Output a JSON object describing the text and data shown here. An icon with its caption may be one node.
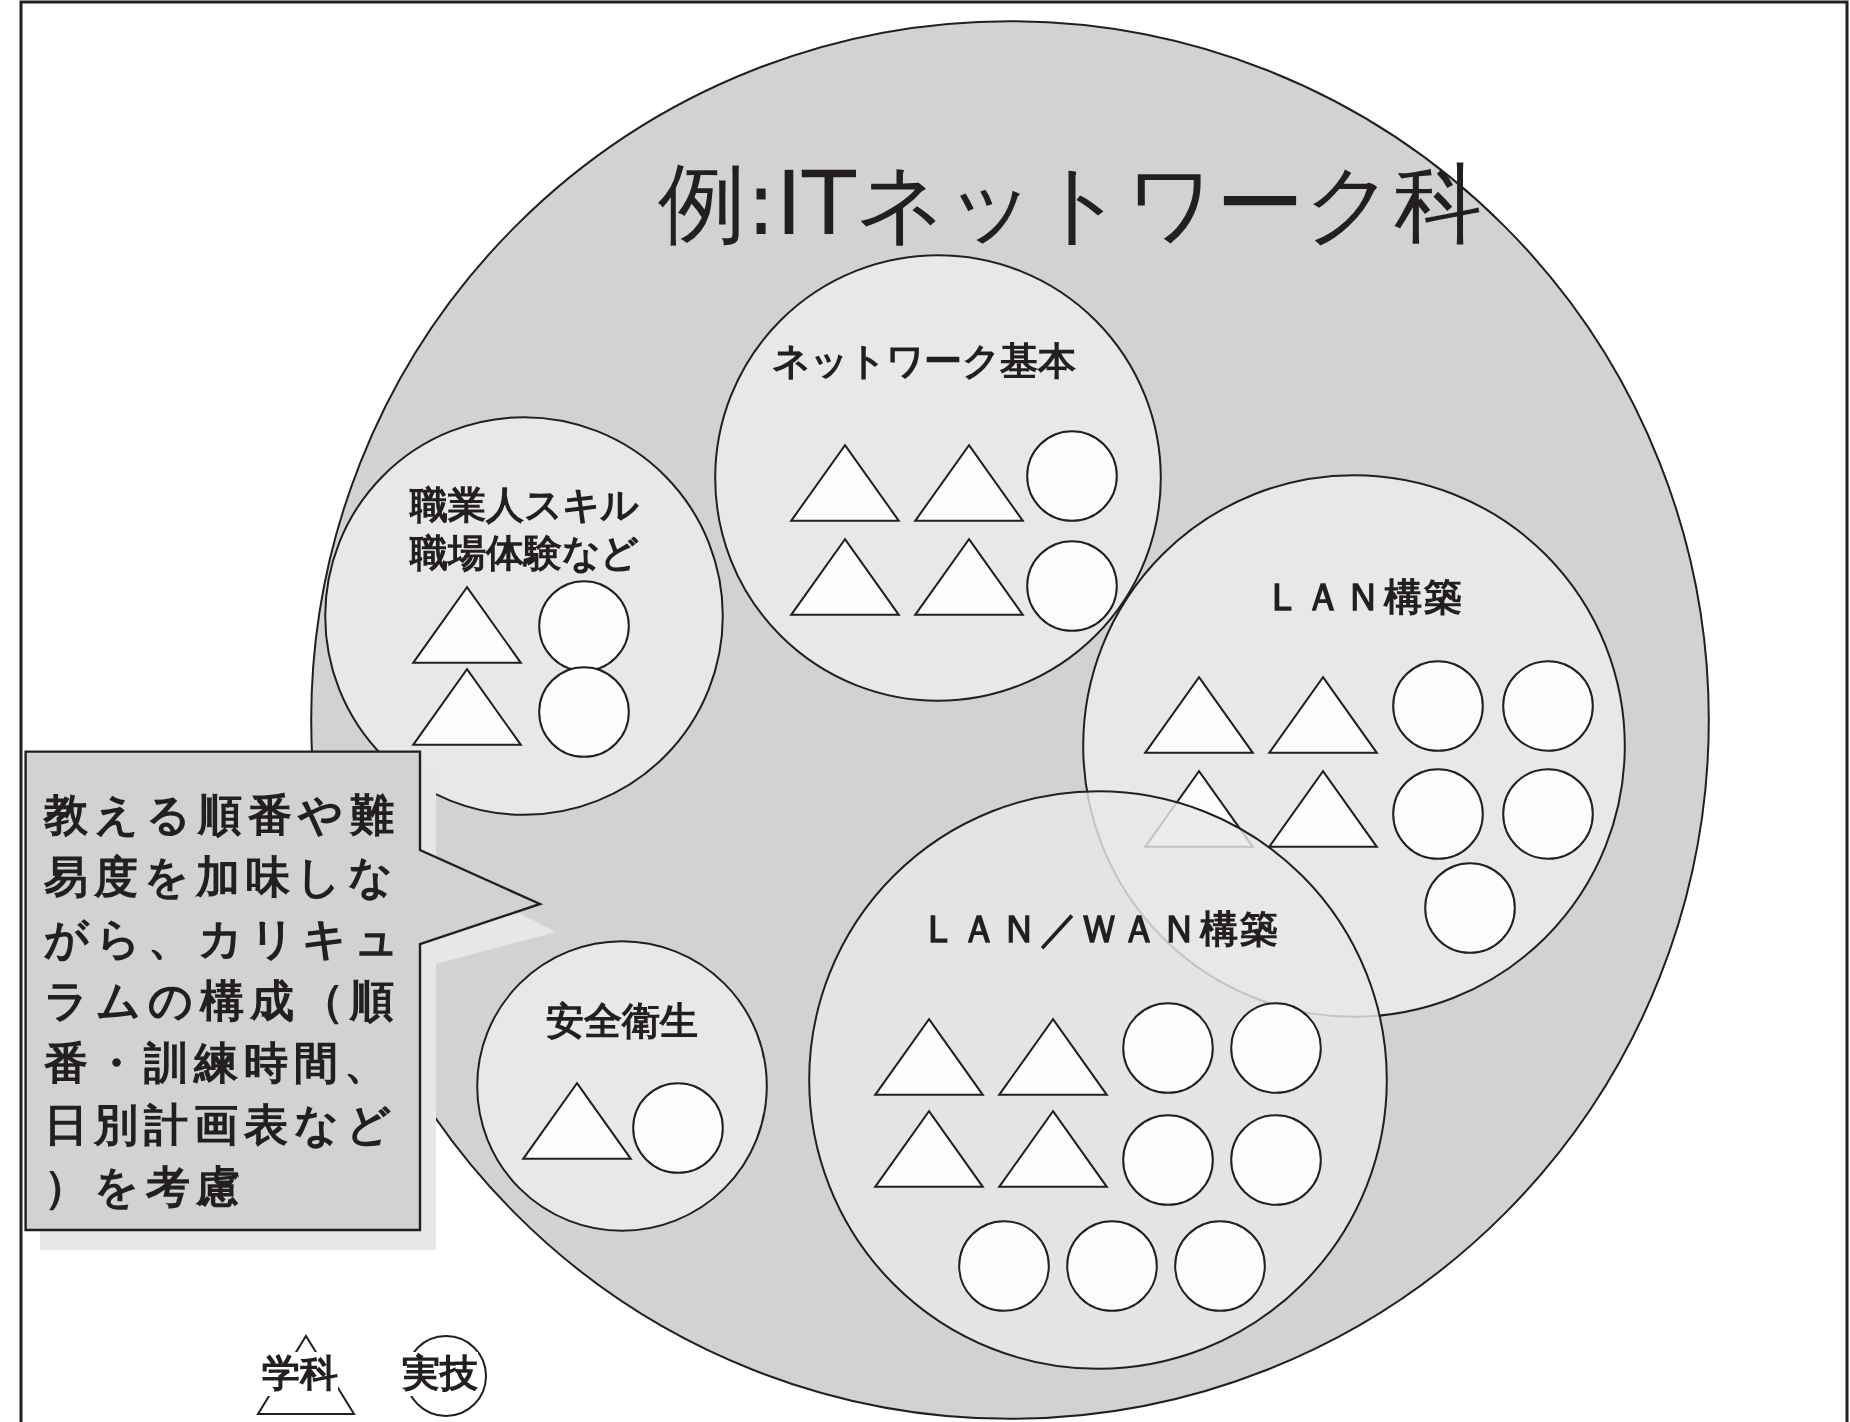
{
  "diagram": {
    "nodes": [
      {
        "text": [
          "例:ITネットワーク科"
        ]
      },
      {
        "text": [
          "ネットワーク基本"
        ],
        "in": 0
      },
      {
        "text": [
          "職業人スキル職場体験など"
        ],
        "in": 0
      },
      {
        "text": [
          "ＬＡＮ構築"
        ],
        "in": 0
      },
      {
        "text": [
          "ＬＡＮ／ＷＡＮ構築"
        ],
        "in": 0
      },
      {
        "text": [
          "安全衛生"
        ],
        "in": 0
      },
      {
        "text": [
          "教える順番や難易度を加味しながら、カリキュラムの構成（順番・訓練時間、日別計画表など）を考慮"
        ]
      },
      {
        "text": [],
        "shape": "triangle",
        "in": 1
      },
      {
        "text": [],
        "shape": "triangle",
        "in": 1
      },
      {
        "text": [],
        "shape": "circle",
        "in": 1
      },
      {
        "text": [],
        "shape": "triangle",
        "in": 1
      },
      {
        "text": [],
        "shape": "triangle",
        "in": 1
      },
      {
        "text": [],
        "shape": "circle",
        "in": 1
      },
      {
        "text": [],
        "shape": "triangle",
        "in": 2
      },
      {
        "text": [],
        "shape": "circle",
        "in": 2
      },
      {
        "text": [],
        "shape": "triangle",
        "in": 2
      },
      {
        "text": [],
        "shape": "circle",
        "in": 2
      },
      {
        "text": [],
        "shape": "triangle",
        "in": 3
      },
      {
        "text": [],
        "shape": "triangle",
        "in": 3
      },
      {
        "text": [],
        "shape": "circle",
        "in": 3
      },
      {
        "text": [],
        "shape": "circle",
        "in": 3
      },
      {
        "text": [],
        "shape": "triangle",
        "in": 3
      },
      {
        "text": [],
        "shape": "triangle",
        "in": 3
      },
      {
        "text": [],
        "shape": "circle",
        "in": 3
      },
      {
        "text": [],
        "shape": "circle",
        "in": 3
      },
      {
        "text": [],
        "shape": "circle",
        "in": 3
      },
      {
        "text": [],
        "shape": "triangle",
        "in": 4
      },
      {
        "text": [],
        "shape": "triangle",
        "in": 4
      },
      {
        "text": [],
        "shape": "circle",
        "in": 4
      },
      {
        "text": [],
        "shape": "circle",
        "in": 4
      },
      {
        "text": [],
        "shape": "triangle",
        "in": 4
      },
      {
        "text": [],
        "shape": "triangle",
        "in": 4
      },
      {
        "text": [],
        "shape": "circle",
        "in": 4
      },
      {
        "text": [],
        "shape": "circle",
        "in": 4
      },
      {
        "text": [],
        "shape": "circle",
        "in": 4
      },
      {
        "text": [],
        "shape": "circle",
        "in": 4
      },
      {
        "text": [],
        "shape": "circle",
        "in": 4
      },
      {
        "text": [],
        "shape": "triangle",
        "in": 5
      },
      {
        "text": [],
        "shape": "circle",
        "in": 5
      }
    ],
    "legend": [
      {
        "text": "学科"
      },
      {
        "text": "実技"
      }
    ]
  }
}
